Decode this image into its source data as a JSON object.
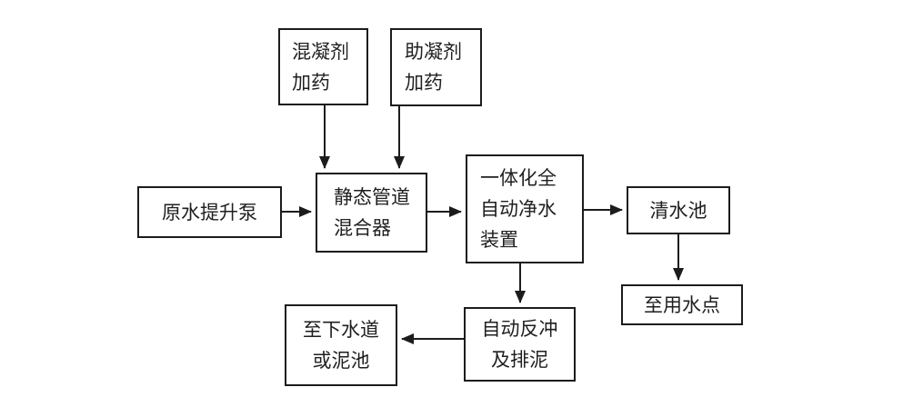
{
  "diagram": {
    "type": "flowchart",
    "colors": {
      "background": "#ffffff",
      "line": "#1c1c1c",
      "text": "#1f1f1f"
    },
    "nodes": {
      "coagulant_dosing": {
        "lines": [
          "混凝剂",
          "加药"
        ]
      },
      "coagulant_aid_dosing": {
        "lines": [
          "助凝剂",
          "加药"
        ]
      },
      "raw_water_pump": {
        "lines": [
          "原水提升泵"
        ]
      },
      "static_pipe_mixer": {
        "lines": [
          "静态管道",
          "混合器"
        ]
      },
      "integrated_purifier": {
        "lines": [
          "一体化全",
          "自动净水",
          "装置"
        ]
      },
      "clear_water_tank": {
        "lines": [
          "清水池"
        ]
      },
      "water_use_point": {
        "lines": [
          "至用水点"
        ]
      },
      "sewer_or_mud_pool": {
        "lines": [
          "至下水道",
          "或泥池"
        ]
      },
      "auto_backwash": {
        "lines": [
          "自动反冲",
          "及排泥"
        ]
      }
    },
    "edges": [
      {
        "from": "coagulant_dosing",
        "to": "static_pipe_mixer"
      },
      {
        "from": "coagulant_aid_dosing",
        "to": "static_pipe_mixer"
      },
      {
        "from": "raw_water_pump",
        "to": "static_pipe_mixer"
      },
      {
        "from": "static_pipe_mixer",
        "to": "integrated_purifier"
      },
      {
        "from": "integrated_purifier",
        "to": "clear_water_tank"
      },
      {
        "from": "clear_water_tank",
        "to": "water_use_point"
      },
      {
        "from": "integrated_purifier",
        "to": "auto_backwash"
      },
      {
        "from": "auto_backwash",
        "to": "sewer_or_mud_pool"
      }
    ]
  }
}
